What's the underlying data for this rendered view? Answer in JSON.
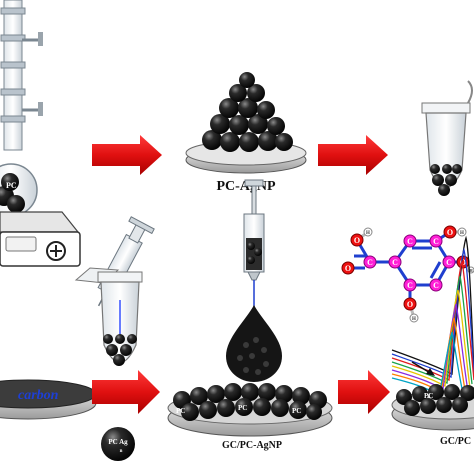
{
  "labels": {
    "pc_agnp": "PC-AgNP",
    "carbon": "carbon",
    "gc_pc_agnp": "GC/PC-AgNP",
    "gc_pc_right": "GC/PC",
    "pc_in_flask": "PC",
    "pc_ag_particle": "PC Ag",
    "particle_subscript": "n",
    "pc_small": "PC"
  },
  "molecule": {
    "atoms": [
      "O",
      "C",
      "C",
      "C",
      "C",
      "C",
      "C",
      "C",
      "O",
      "O",
      "O",
      "O",
      "H",
      "H",
      "H",
      "H"
    ]
  },
  "colors": {
    "arrow_red": "#e11d1d",
    "carbon_label": "#1d3fd6",
    "carbon_atom": "#ff1fd6",
    "oxygen_atom": "#ee1111",
    "hydrogen_atom": "#ffffff",
    "bond_blue": "#1f3fcf",
    "particle_dark": "#1a1a1a",
    "dish_gray": "#c8c8c8"
  },
  "icons": [
    "reflux-condenser-icon",
    "hot-plate-stirrer-icon",
    "syringe-icon",
    "microtube-icon",
    "petri-dish-icon",
    "droplet-icon",
    "electrode-disc-icon",
    "voltammogram-curves-icon"
  ]
}
